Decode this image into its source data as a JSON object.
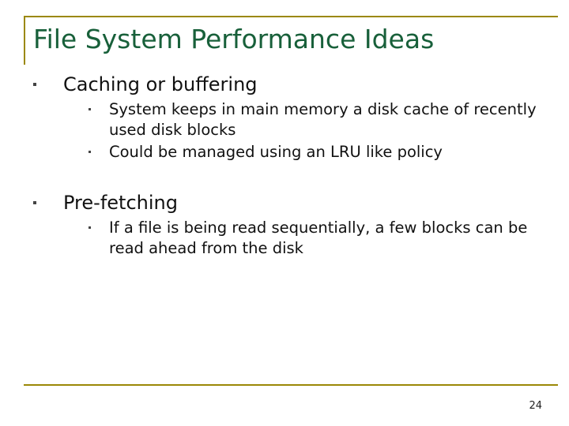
{
  "slide": {
    "title": "File System Performance Ideas",
    "page_number": "24",
    "accent_color": "#9b8806",
    "title_color": "#18603a",
    "bullets": [
      {
        "text": "Caching or buffering",
        "children": [
          "System keeps in main memory a disk cache of recently used disk blocks",
          "Could be managed using an LRU like policy"
        ]
      },
      {
        "text": "Pre-fetching",
        "children": [
          "If a file is being read sequentially, a few blocks can be read ahead from the disk"
        ]
      }
    ]
  }
}
